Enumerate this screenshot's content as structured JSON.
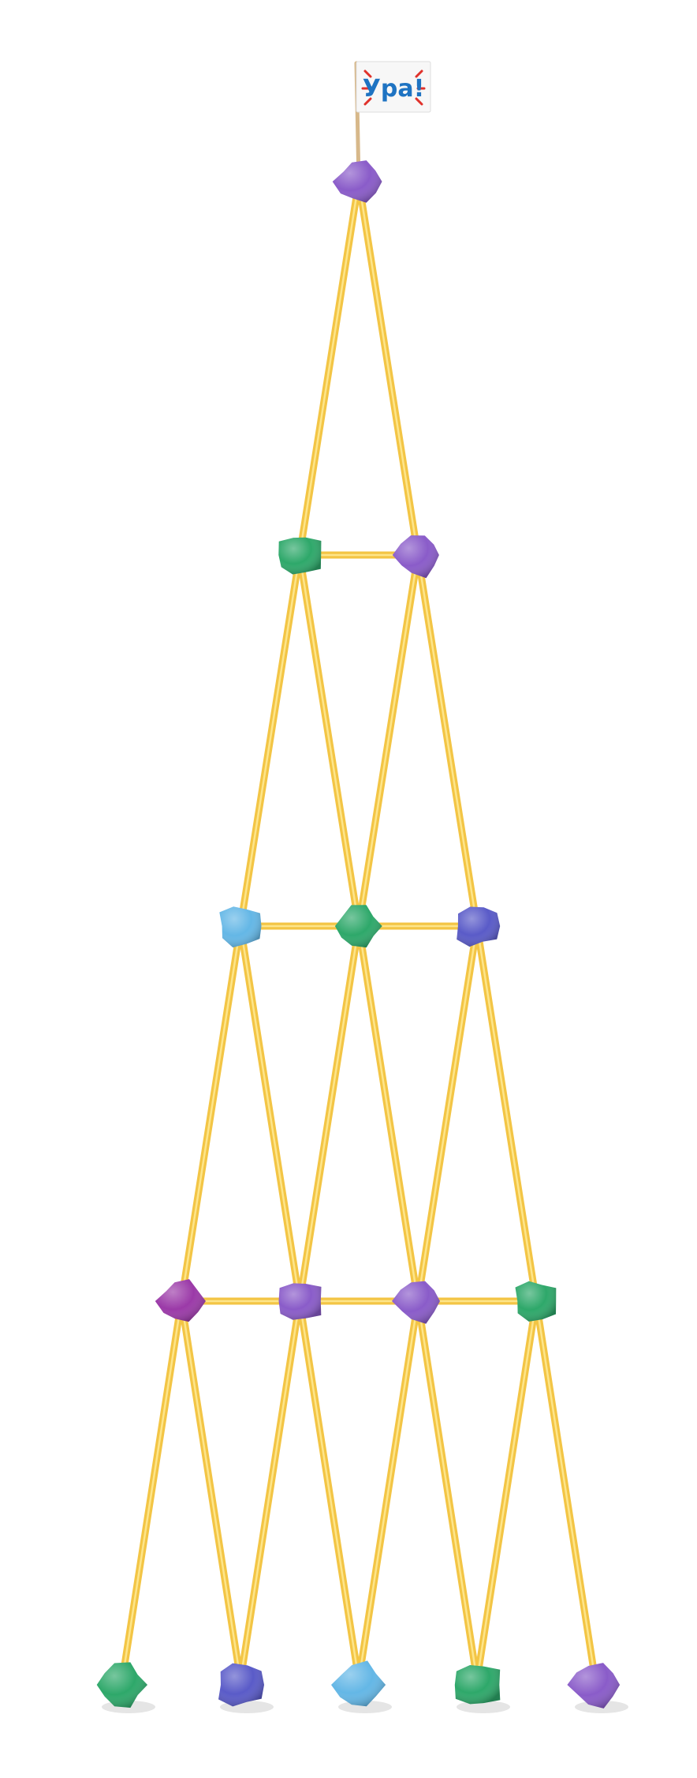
{
  "flag": {
    "text": "Ура!",
    "text_color": "#1e73c2",
    "burst_color": "#e0322b",
    "flag_color": "#f7f7f7"
  },
  "colors": {
    "stick": "#f3c545",
    "stick_highlight": "#fde58a",
    "clay": {
      "purple": "#8a5cc9",
      "green": "#2ea86a",
      "light-blue": "#64b7e6",
      "blue-violet": "#5a5bc8",
      "magenta": "#9b3aa8"
    }
  },
  "structure": {
    "rows": 5,
    "balls_per_row": [
      1,
      2,
      3,
      4,
      5
    ]
  },
  "balls": [
    {
      "row": 1,
      "color": "purple"
    },
    {
      "row": 2,
      "color": "green"
    },
    {
      "row": 2,
      "color": "purple"
    },
    {
      "row": 3,
      "color": "light-blue"
    },
    {
      "row": 3,
      "color": "green"
    },
    {
      "row": 3,
      "color": "blue-violet"
    },
    {
      "row": 4,
      "color": "magenta"
    },
    {
      "row": 4,
      "color": "purple"
    },
    {
      "row": 4,
      "color": "purple"
    },
    {
      "row": 4,
      "color": "green"
    },
    {
      "row": 5,
      "color": "green"
    },
    {
      "row": 5,
      "color": "blue-violet"
    },
    {
      "row": 5,
      "color": "light-blue"
    },
    {
      "row": 5,
      "color": "green"
    },
    {
      "row": 5,
      "color": "purple"
    }
  ]
}
